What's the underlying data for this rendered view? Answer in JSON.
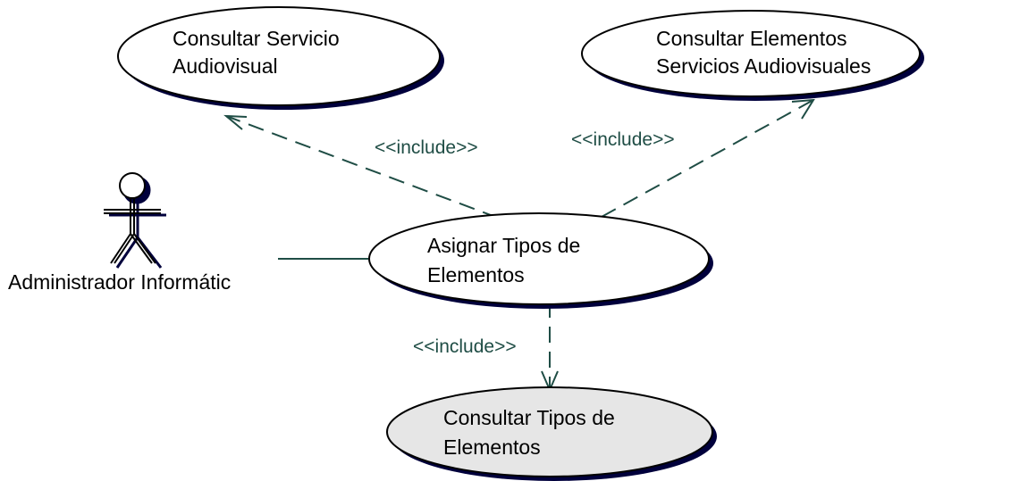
{
  "actor": {
    "name": "Administrador Informátic"
  },
  "use_cases": {
    "consultar_servicio": {
      "line1": "Consultar Servicio",
      "line2": "Audiovisual"
    },
    "consultar_elementos": {
      "line1": "Consultar Elementos",
      "line2": "Servicios Audiovisuales"
    },
    "asignar_tipos": {
      "line1": "Asignar Tipos de",
      "line2": "Elementos"
    },
    "consultar_tipos": {
      "line1": "Consultar Tipos de",
      "line2": "Elementos"
    }
  },
  "relations": {
    "include_left": "<<include>>",
    "include_right": "<<include>>",
    "include_bottom": "<<include>>"
  },
  "colors": {
    "outline": "#000000",
    "shadow": "#00003c",
    "relation": "#1f4d45",
    "highlight_fill": "#e6e6e6",
    "fill": "#ffffff"
  }
}
